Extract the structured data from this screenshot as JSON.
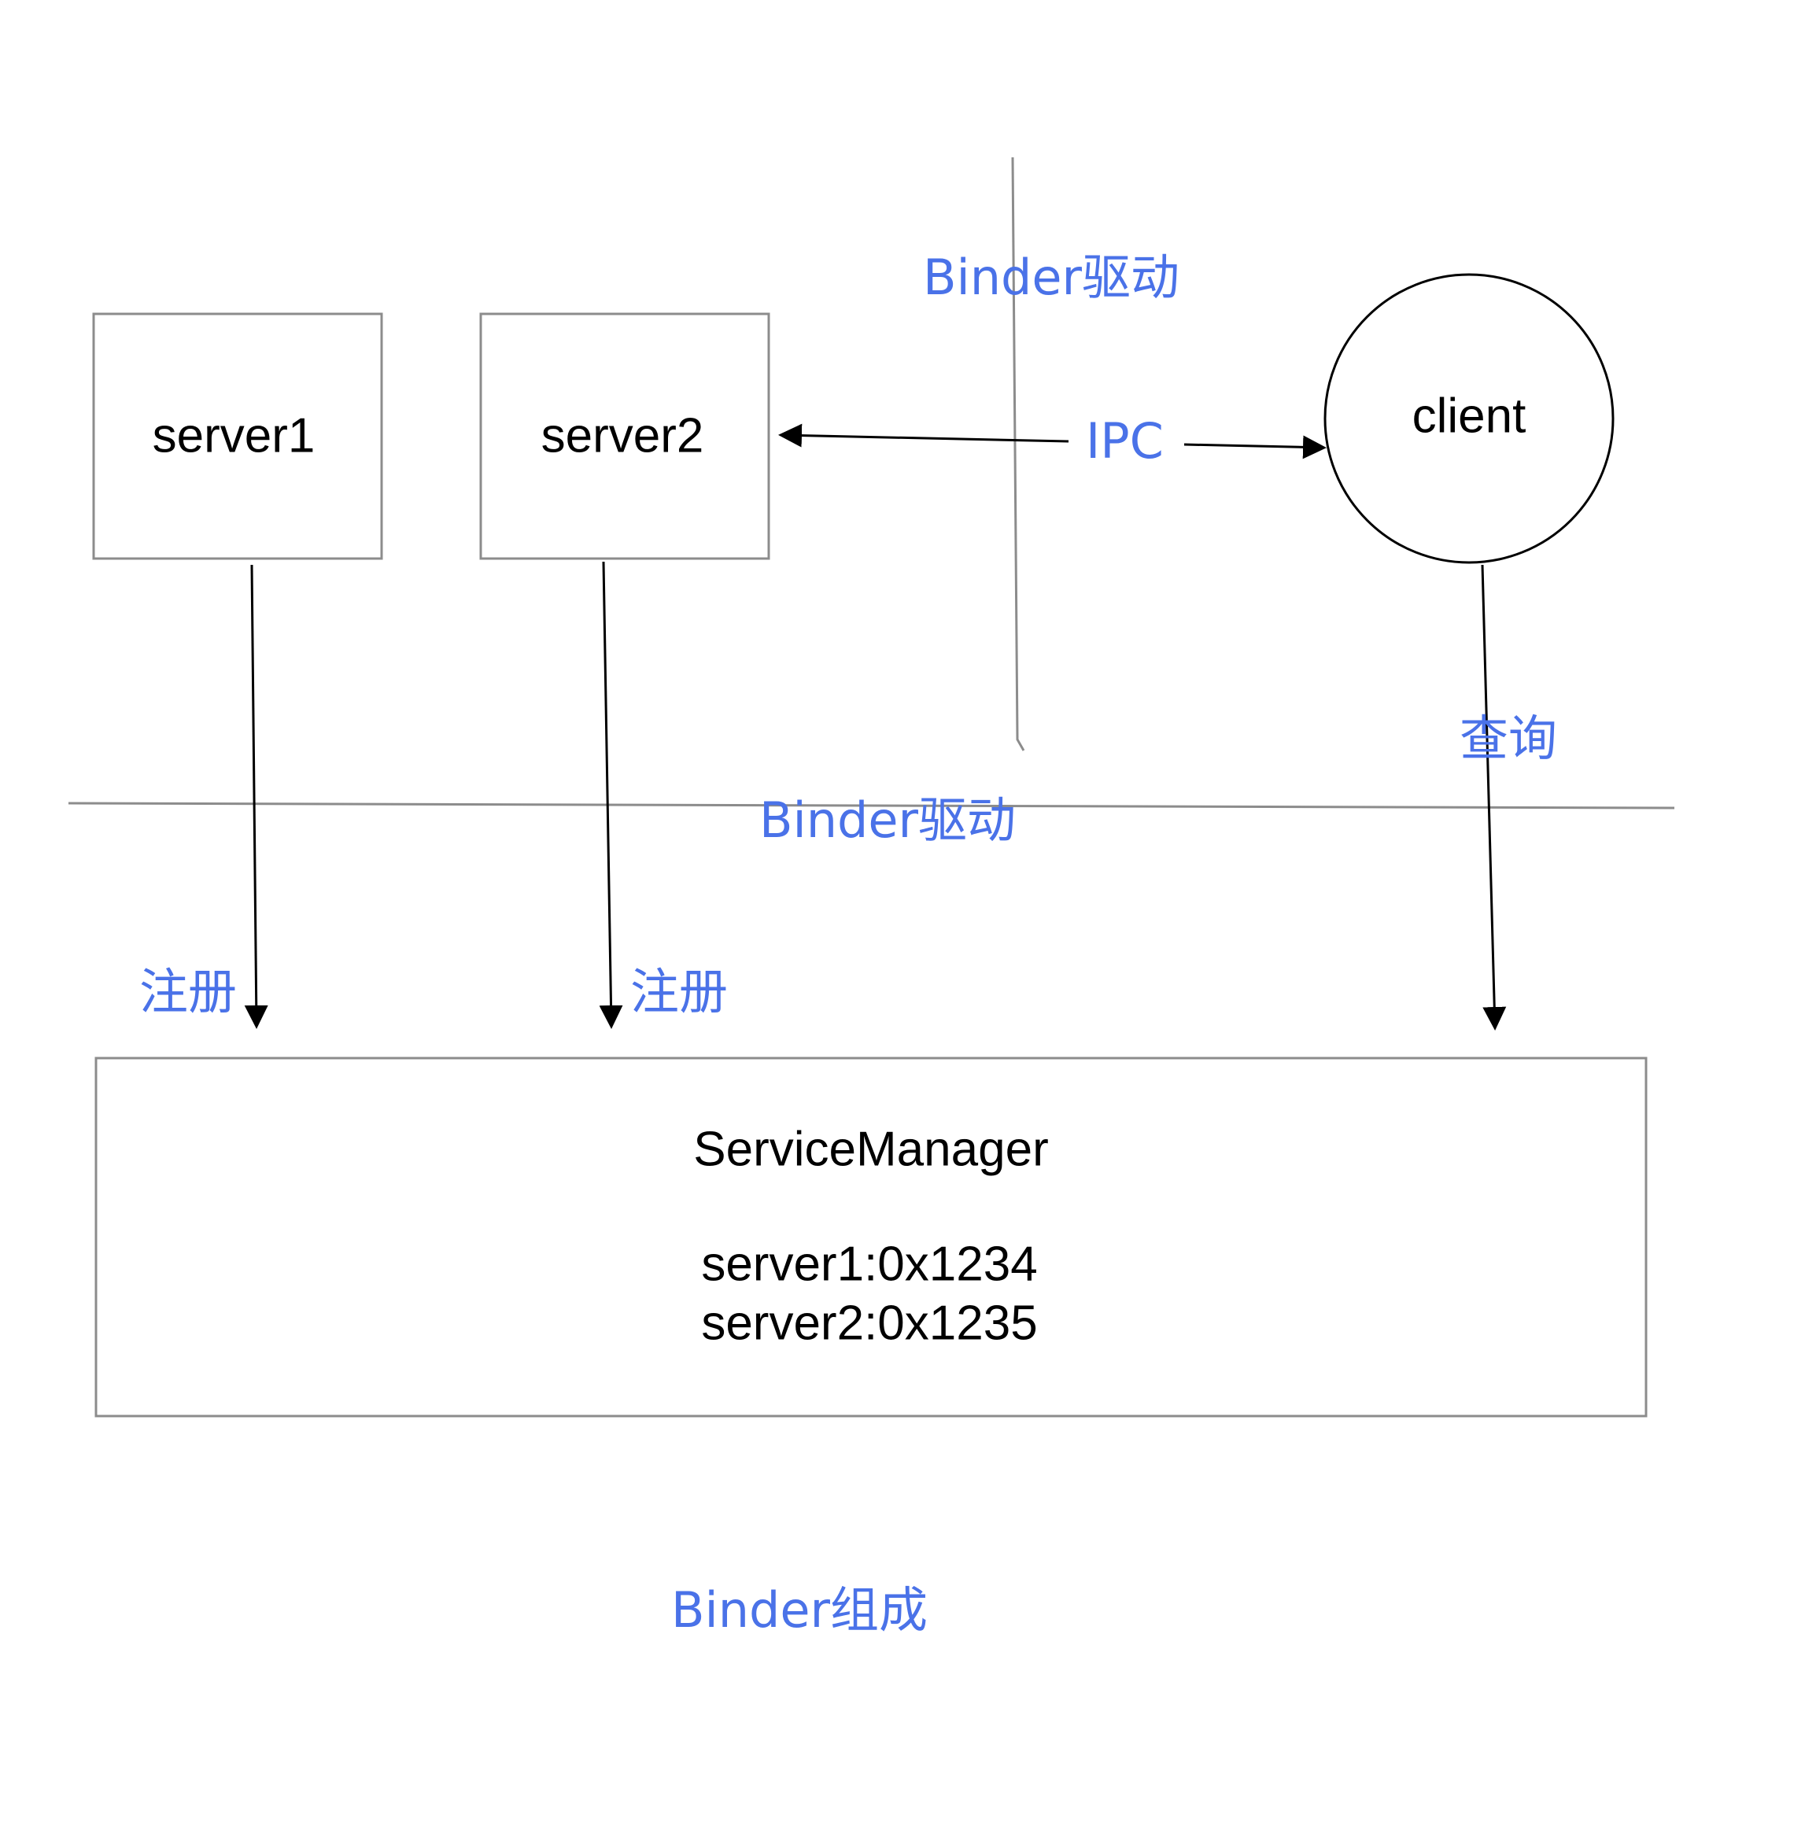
{
  "colors": {
    "label_blue": "#4a72e8",
    "box_stroke": "#8c8c8c",
    "text": "#000000",
    "arrow": "#000000"
  },
  "nodes": {
    "server1": "server1",
    "server2": "server2",
    "client": "client"
  },
  "service_manager": {
    "title": "ServiceManager",
    "entries": [
      "server1:0x1234",
      "server2:0x1235"
    ]
  },
  "labels": {
    "binder_driver_top": "Binder驱动",
    "ipc": "IPC",
    "binder_driver_middle": "Binder驱动",
    "query": "查询",
    "register_1": "注册",
    "register_2": "注册",
    "caption": "Binder组成"
  }
}
